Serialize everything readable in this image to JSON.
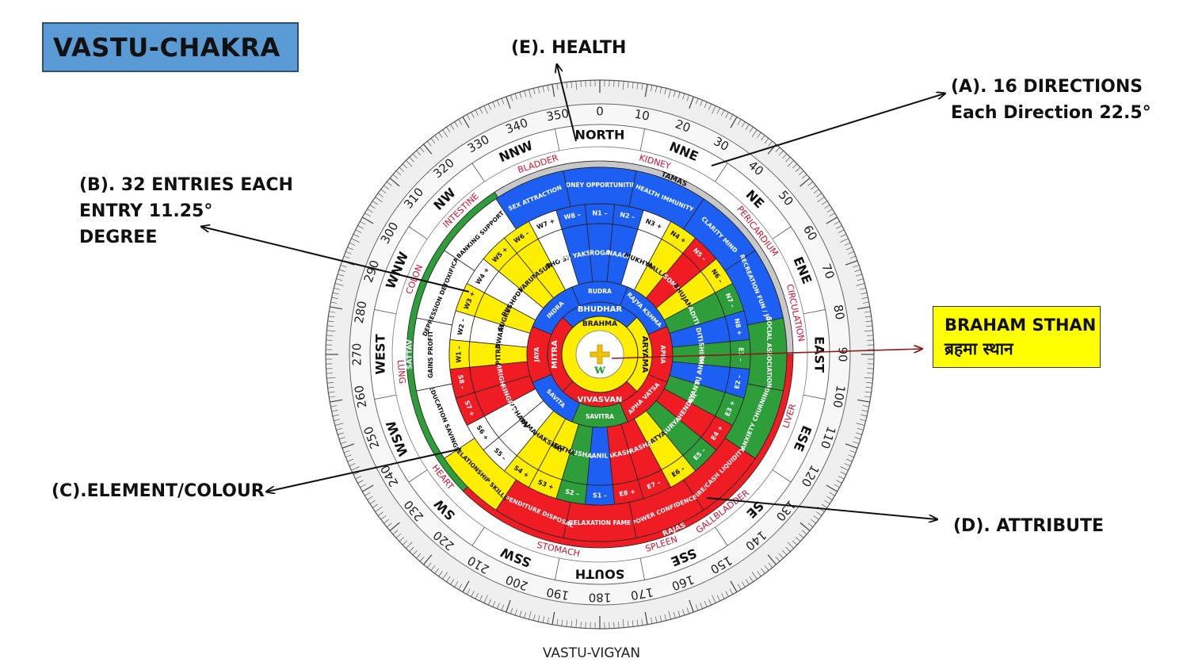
{
  "title": "VASTU-CHAKRA",
  "footer": "VASTU-VIGYAN",
  "callouts": {
    "health": "(E). HEALTH",
    "directions_line1": "(A). 16 DIRECTIONS",
    "directions_line2": "Each Direction 22.5°",
    "entries_line1": "(B). 32 ENTRIES EACH",
    "entries_line2": "ENTRY 11.25°",
    "entries_line3": "DEGREE",
    "element": "(C).ELEMENT/COLOUR",
    "attribute": "(D). ATTRIBUTE",
    "braham_en": "BRAHAM STHAN",
    "braham_hi": "ब्रहमा स्थान"
  },
  "colors": {
    "water": "#1d5ff2",
    "air": "#2e9e3a",
    "fire": "#ef1c23",
    "earth": "#ffee00",
    "space": "#ffffff",
    "organ_text": "#c8102e",
    "outer_ring": "#d9d9d9",
    "title_bg": "#5b9bd5",
    "brahma_bg": "#ffff00"
  },
  "compass": {
    "degree_labels": [
      "0",
      "10",
      "20",
      "30",
      "40",
      "50",
      "60",
      "70",
      "80",
      "90",
      "100",
      "110",
      "120",
      "130",
      "140",
      "150",
      "160",
      "170",
      "180",
      "190",
      "200",
      "210",
      "220",
      "230",
      "240",
      "250",
      "260",
      "270",
      "280",
      "290",
      "300",
      "310",
      "320",
      "330",
      "340",
      "350"
    ],
    "directions": [
      "NORTH",
      "NNE",
      "NE",
      "ENE",
      "EAST",
      "ESE",
      "SE",
      "SSE",
      "SOUTH",
      "SSW",
      "SW",
      "WSW",
      "WEST",
      "WNW",
      "NW",
      "NNW"
    ]
  },
  "organs": [
    "KIDNEY",
    "PERICARDIUM",
    "CIRCULATION",
    "LIVER",
    "GALLBLADDER",
    "SPLEEN",
    "STOMACH",
    "HEART",
    "LUNG",
    "COLON",
    "INTESTINE",
    "BLADDER"
  ],
  "zone_ring": {
    "arcs": [
      {
        "label": "TAMAS",
        "color": "#c8c8c8"
      },
      {
        "label": "RAJAS",
        "color": "#ef1c23"
      },
      {
        "label": "SATTAV",
        "color": "#2e9e3a"
      }
    ]
  },
  "attributes": [
    "MONEY OPPORTUNITIES",
    "HEALTH IMMUNITY",
    "CLARITY MIND",
    "RECREATION FUN / JOY",
    "SOCIAL ASSOCIATIONS",
    "ANXIETY CHURNING",
    "FIRE/CASH LIQUIDITY",
    "POWER CONFIDENCE",
    "RELAXATION FAME",
    "EXPENDITURE DISPOSAL",
    "RELATIONSHIP SKILLS",
    "EDUCATION SAVINGS",
    "GAINS PROFIT",
    "DEPRESSION DETOXIFICATION",
    "BANKING SUPPORT",
    "SEX ATTRACTION"
  ],
  "entries": [
    {
      "code": "N4",
      "sign": "+",
      "name": "BHALLAT",
      "element": "earth"
    },
    {
      "code": "N5",
      "sign": "–",
      "name": "SOMA",
      "element": "fire"
    },
    {
      "code": "N6",
      "sign": "–",
      "name": "BHUJANG",
      "element": "earth"
    },
    {
      "code": "N7",
      "sign": "–",
      "name": "ADITI",
      "element": "air"
    },
    {
      "code": "N8",
      "sign": "+",
      "name": "DITI",
      "element": "water"
    },
    {
      "code": "E1",
      "sign": "–",
      "name": "SHIKHI",
      "element": "air"
    },
    {
      "code": "E2",
      "sign": "–",
      "name": "PARJ ANYA",
      "element": "water"
    },
    {
      "code": "E3",
      "sign": "+",
      "name": "JAYANT",
      "element": "air"
    },
    {
      "code": "E4",
      "sign": "+",
      "name": "MAHENDER",
      "element": "fire"
    },
    {
      "code": "E5",
      "sign": "–",
      "name": "SURYA",
      "element": "air"
    },
    {
      "code": "E6",
      "sign": "–",
      "name": "SATYA",
      "element": "earth"
    },
    {
      "code": "E7",
      "sign": "–",
      "name": "BRASHA",
      "element": "fire"
    },
    {
      "code": "E8",
      "sign": "+",
      "name": "AKASH",
      "element": "fire"
    },
    {
      "code": "S1",
      "sign": "–",
      "name": "ANIL",
      "element": "water"
    },
    {
      "code": "S2",
      "sign": "–",
      "name": "PUSHA",
      "element": "air"
    },
    {
      "code": "S3",
      "sign": "+",
      "name": "VITATHA",
      "element": "earth"
    },
    {
      "code": "S4",
      "sign": "+",
      "name": "GRIHAKSHAT",
      "element": "earth"
    },
    {
      "code": "S5",
      "sign": "–",
      "name": "YAMA",
      "element": "white"
    },
    {
      "code": "S6",
      "sign": "+",
      "name": "GANDHARV",
      "element": "space"
    },
    {
      "code": "S7",
      "sign": "+",
      "name": "BHRINGRAJ",
      "element": "fire"
    },
    {
      "code": "S8",
      "sign": "–",
      "name": "MRIGH",
      "element": "fire"
    },
    {
      "code": "W1",
      "sign": "–",
      "name": "PITRA",
      "element": "earth"
    },
    {
      "code": "W2",
      "sign": "–",
      "name": "DWARIK",
      "element": "white"
    },
    {
      "code": "W3",
      "sign": "+",
      "name": "SUGREEV",
      "element": "earth"
    },
    {
      "code": "W4",
      "sign": "+",
      "name": "PUSHPDANT",
      "element": "white"
    },
    {
      "code": "W5",
      "sign": "+",
      "name": "VARUN",
      "element": "earth"
    },
    {
      "code": "W6",
      "sign": "–",
      "name": "ASUR",
      "element": "earth"
    },
    {
      "code": "W7",
      "sign": "+",
      "name": "SHO SHA",
      "element": "white"
    },
    {
      "code": "W8",
      "sign": "–",
      "name": "PAPA YAKSHMA",
      "element": "water"
    },
    {
      "code": "N1",
      "sign": "–",
      "name": "ROGA",
      "element": "water"
    },
    {
      "code": "N2",
      "sign": "–",
      "name": "NAAGA",
      "element": "water"
    },
    {
      "code": "N3",
      "sign": "+",
      "name": "MUKHYA",
      "element": "white"
    }
  ],
  "inner_devtas": [
    {
      "name": "RUDRA",
      "element": "water"
    },
    {
      "name": "RAJYA KSHMA",
      "element": "water"
    },
    {
      "name": "APHA",
      "element": "fire"
    },
    {
      "name": "APHA VATSA",
      "element": "fire"
    },
    {
      "name": "SAVITRA",
      "element": "air"
    },
    {
      "name": "SAVITA",
      "element": "water"
    },
    {
      "name": "JAYA",
      "element": "fire"
    },
    {
      "name": "INDRA",
      "element": "water"
    }
  ],
  "devta_ring": [
    "BHUDHAR",
    "ARYAMA",
    "VIVASVAN",
    "MITRA"
  ],
  "center": {
    "label": "BRAHMA",
    "logo": "w"
  }
}
